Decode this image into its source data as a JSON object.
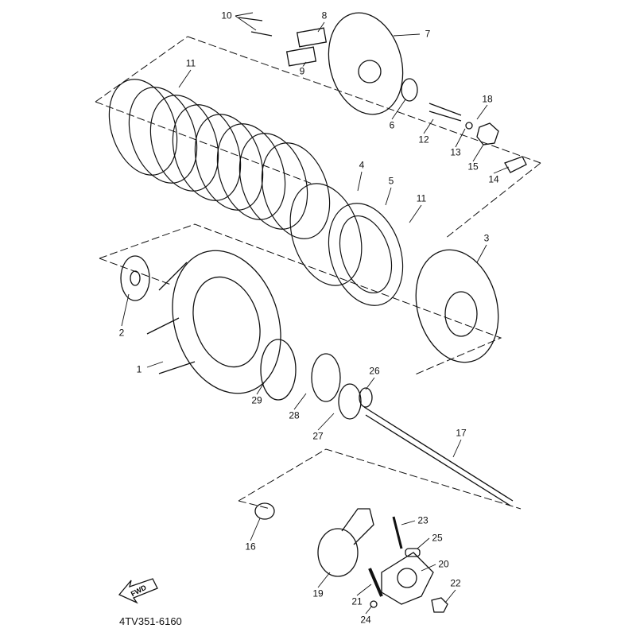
{
  "diagram_code": "4TV351-6160",
  "fwd_label": "FWD",
  "callouts": [
    "10",
    "8",
    "7",
    "9",
    "11",
    "18",
    "6",
    "12",
    "13",
    "15",
    "14",
    "4",
    "5",
    "11",
    "3",
    "2",
    "1",
    "26",
    "29",
    "28",
    "27",
    "17",
    "23",
    "25",
    "16",
    "20",
    "22",
    "19",
    "21",
    "24"
  ]
}
